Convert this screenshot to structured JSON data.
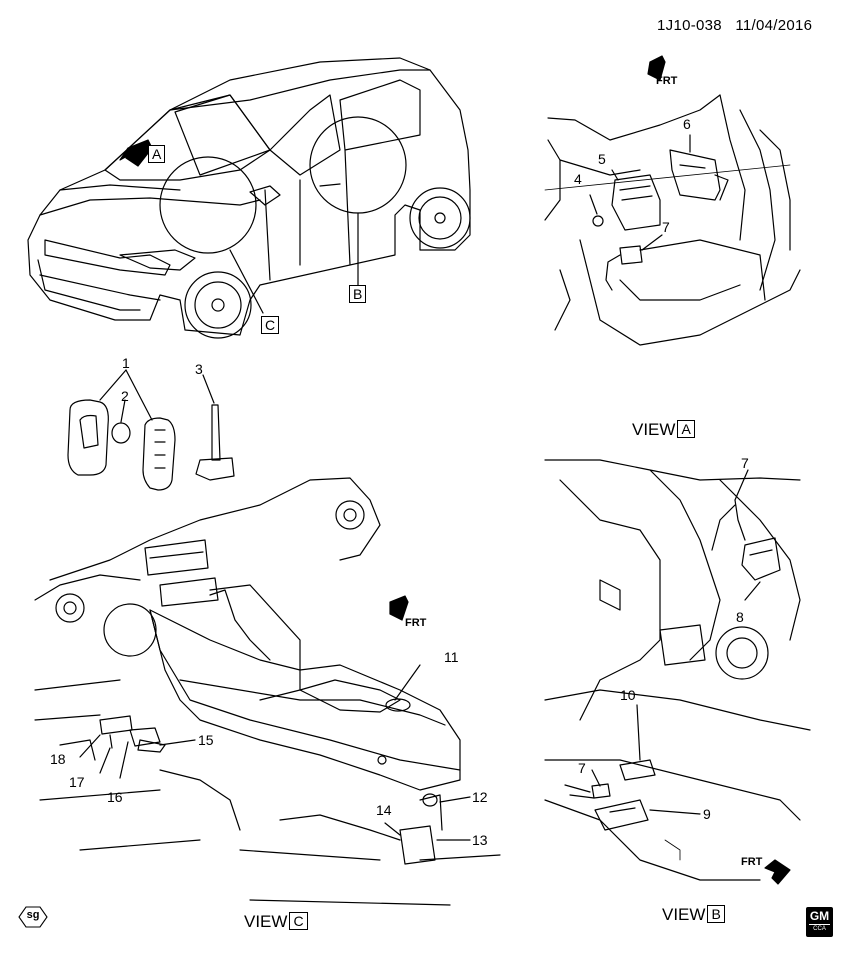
{
  "header": {
    "drawing_id": "1J10-038",
    "date": "11/04/2016"
  },
  "view_labels": {
    "a": {
      "word": "VIEW",
      "letter": "A"
    },
    "b": {
      "word": "VIEW",
      "letter": "B"
    },
    "c": {
      "word": "VIEW",
      "letter": "C"
    }
  },
  "detail_markers": {
    "a": "A",
    "b": "B",
    "c": "C"
  },
  "frt": "FRT",
  "callouts": [
    "1",
    "2",
    "3",
    "4",
    "5",
    "6",
    "7",
    "7",
    "7",
    "8",
    "9",
    "10",
    "11",
    "12",
    "13",
    "14",
    "15",
    "16",
    "17",
    "18"
  ],
  "logos": {
    "sg": "sg",
    "gm_top": "GM",
    "gm_bottom": "CCA"
  }
}
